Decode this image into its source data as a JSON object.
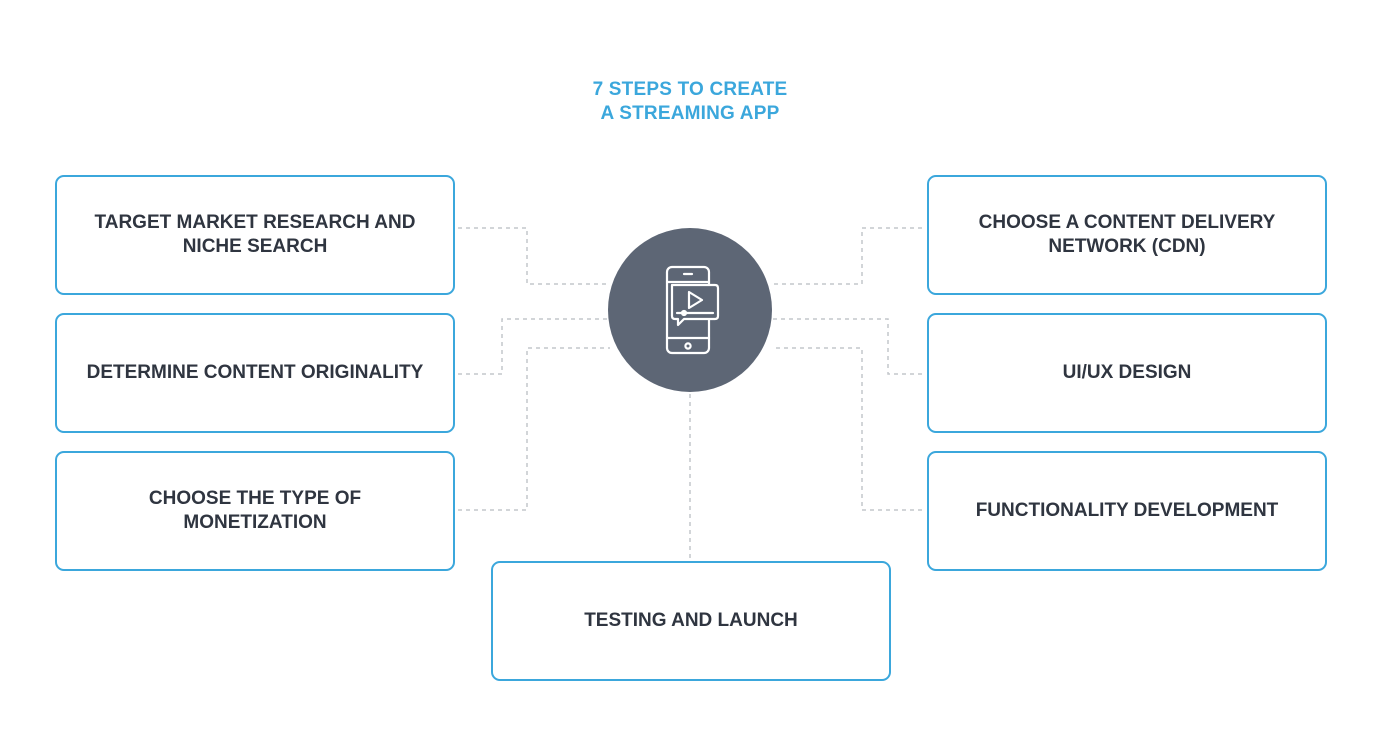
{
  "title": "7 STEPS TO CREATE A STREAMING APP",
  "colors": {
    "accent": "#3ba7dc",
    "hub": "#5d6675",
    "text": "#2f3540",
    "connector": "#c4c7cc"
  },
  "hub": {
    "icon": "smartphone-video-play-icon"
  },
  "steps": [
    {
      "label": "TARGET MARKET RESEARCH AND NICHE SEARCH"
    },
    {
      "label": "DETERMINE CONTENT ORIGINALITY"
    },
    {
      "label": "CHOOSE THE TYPE OF MONETIZATION"
    },
    {
      "label": "CHOOSE A CONTENT DELIVERY NETWORK (CDN)"
    },
    {
      "label": "UI/UX DESIGN"
    },
    {
      "label": "FUNCTIONALITY DEVELOPMENT"
    },
    {
      "label": "TESTING AND LAUNCH"
    }
  ]
}
